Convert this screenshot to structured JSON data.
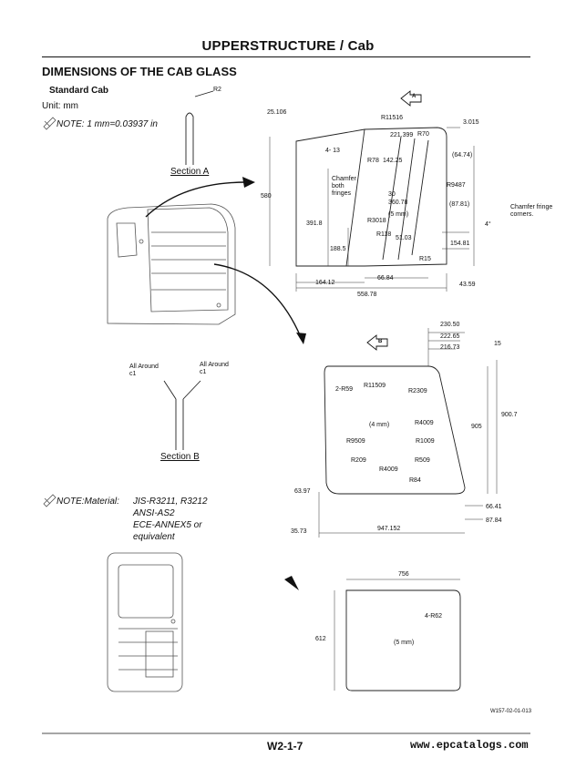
{
  "header": {
    "title": "UPPERSTRUCTURE / Cab"
  },
  "section_title": "DIMENSIONS OF THE CAB GLASS",
  "standard_cab": "Standard Cab",
  "unit": "Unit: mm",
  "note1": "NOTE:  1 mm=0.03937 in",
  "section_a": {
    "label": "Section A",
    "radius": "R2"
  },
  "section_b": {
    "label": "Section B",
    "left_note": "All Around\nc1",
    "right_note": "All Around\nc1"
  },
  "note2": {
    "label": "NOTE:Material:",
    "lines": [
      "JIS-R3211, R3212",
      "ANSI-AS2",
      "ECE-ANNEX5 or",
      "equivalent"
    ]
  },
  "view_a": {
    "arrow": "A",
    "dims": {
      "d25106": "25.106",
      "r11516": "R11516",
      "r70": "R70",
      "d3015": "3.015",
      "d221399": "221.399",
      "d4_13": "4-  13",
      "d1432": "142.25",
      "r78": "R78",
      "d6474": "(64.74)",
      "d580": "580",
      "chamfer": "Chamfer\nboth\nfringes",
      "d30": "30",
      "d36078": "360.78",
      "r9487": "R9487",
      "chamfer_corners": "Chamfer fringe\ncorners.",
      "d5mm": "(5 mm)",
      "r3018": "R3018",
      "d8781": "(87.81)",
      "d4deg": "4°",
      "d3918": "391.8",
      "r118": "R118",
      "d5103": "51.03",
      "d15481": "154.81",
      "d1885": "188.5",
      "r15": "R15",
      "d16412": "164.12",
      "d6684": "66.84",
      "d4359": "43.59",
      "d55878": "558.78"
    }
  },
  "view_b": {
    "arrow": "B",
    "dims": {
      "d23050": "230.50",
      "d22265": "222.65",
      "d21673": "216.73",
      "d15": "15",
      "r11509": "R11509",
      "r2309": "R2309",
      "r59": "2-R59",
      "d9007": "900.7",
      "r4009a": "R4009",
      "d4mm": "(4 mm)",
      "d905": "905",
      "r9509": "R9509",
      "r1009": "R1009",
      "r209": "R209",
      "r509": "R509",
      "r4009b": "R4009",
      "r84": "R84",
      "d6397": "63.97",
      "d6641": "66.41",
      "d8784": "87.84",
      "d3573": "35.73",
      "d947152": "947.152"
    }
  },
  "view_c": {
    "dims": {
      "d756": "756",
      "r62": "4-R62",
      "d612": "612",
      "d5mm": "(5 mm)"
    }
  },
  "figure_code": "W157-02-01-013",
  "footer": {
    "page": "W2-1-7",
    "site": "www.epcatalogs.com"
  }
}
